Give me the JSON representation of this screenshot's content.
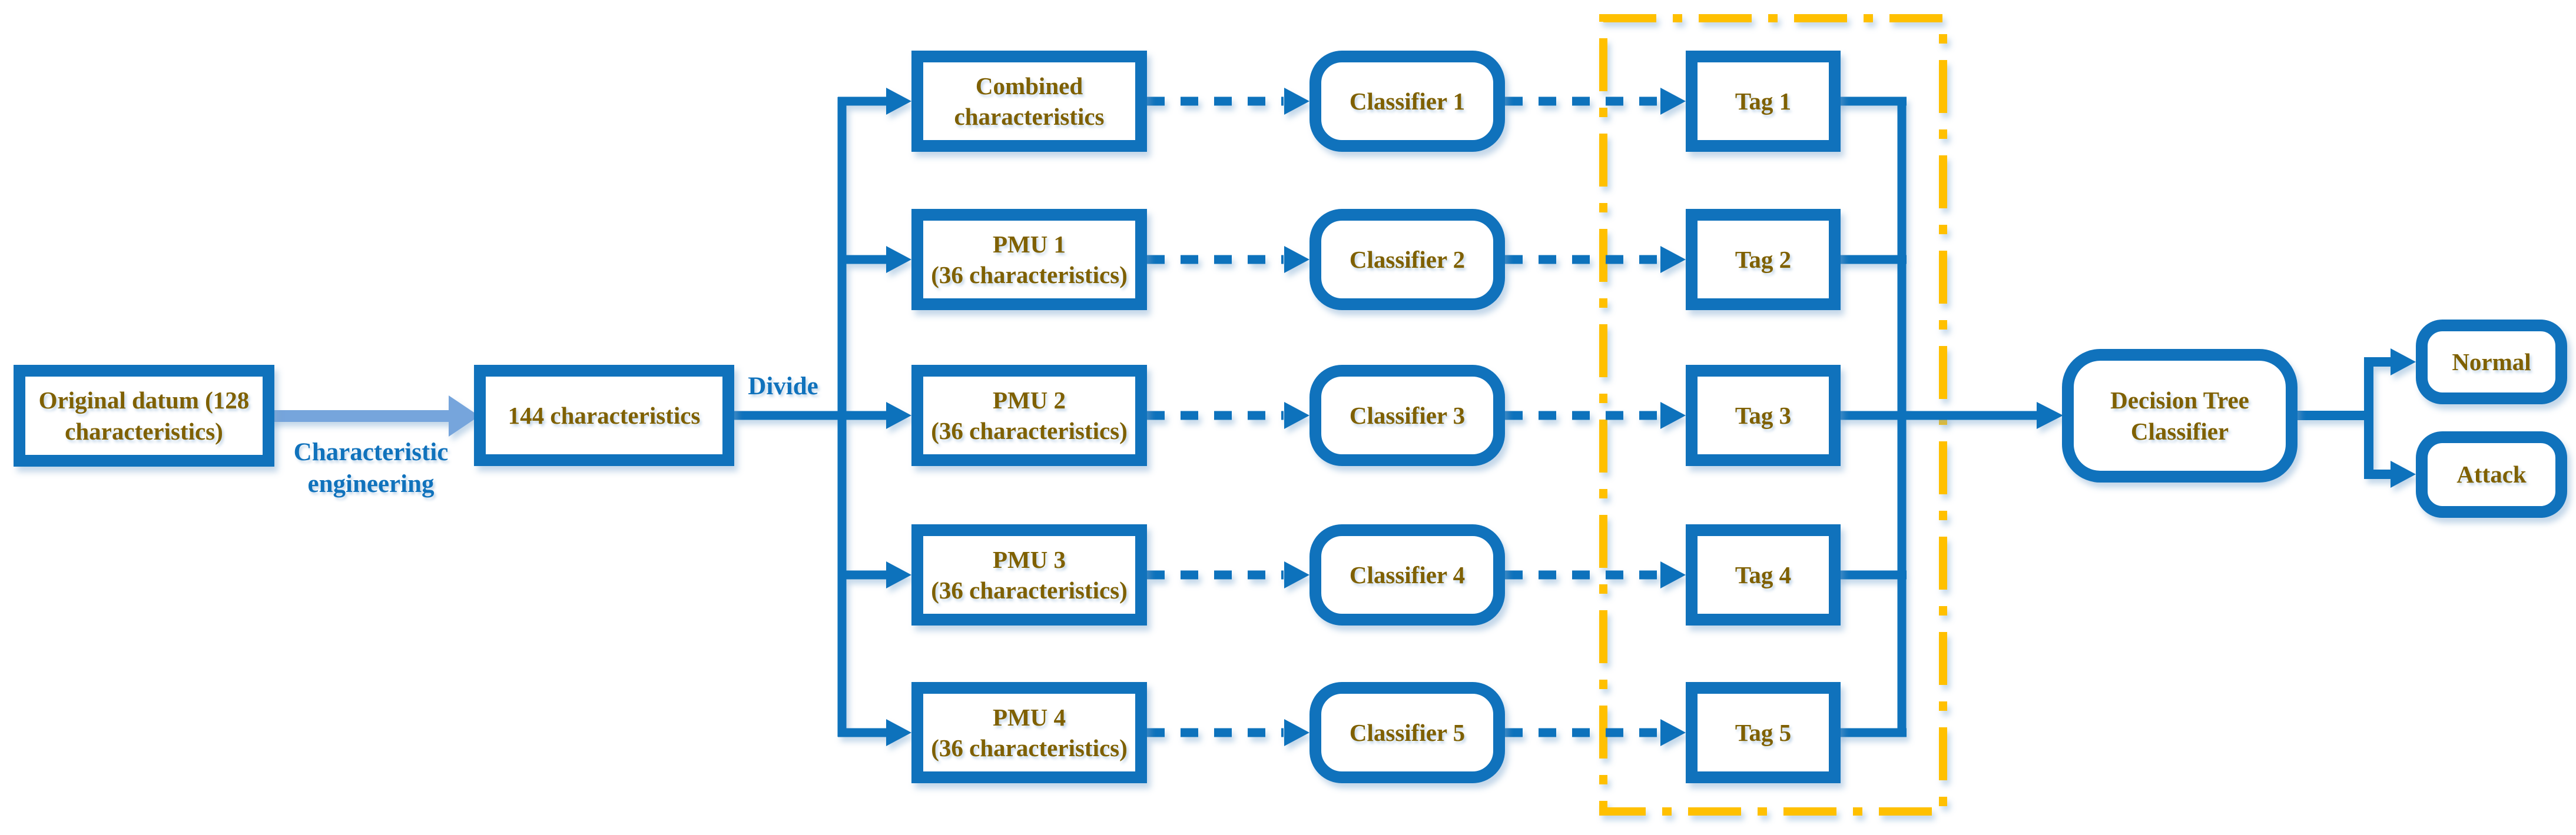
{
  "palette": {
    "blue": "#1072BC",
    "olive": "#7F6000",
    "light_arrow": "#76A5DC",
    "orange": "#FFC000",
    "background": "#FFFFFF"
  },
  "nodes": {
    "original": {
      "label": "Original datum (128\ncharacteristics)"
    },
    "engineered": {
      "label": "144 characteristics"
    },
    "decision_tree": {
      "label": "Decision Tree\nClassifier"
    },
    "normal": {
      "label": "Normal"
    },
    "attack": {
      "label": "Attack"
    }
  },
  "labels": {
    "characteristic_engineering": "Characteristic\nengineering",
    "divide": "Divide"
  },
  "rows": [
    {
      "source": "Combined\ncharacteristics",
      "classifier": "Classifier 1",
      "tag": "Tag 1"
    },
    {
      "source": "PMU 1\n(36 characteristics)",
      "classifier": "Classifier 2",
      "tag": "Tag 2"
    },
    {
      "source": "PMU 2\n(36 characteristics)",
      "classifier": "Classifier 3",
      "tag": "Tag 3"
    },
    {
      "source": "PMU 3\n(36 characteristics)",
      "classifier": "Classifier 4",
      "tag": "Tag 4"
    },
    {
      "source": "PMU 4\n(36 characteristics)",
      "classifier": "Classifier 5",
      "tag": "Tag 5"
    }
  ]
}
